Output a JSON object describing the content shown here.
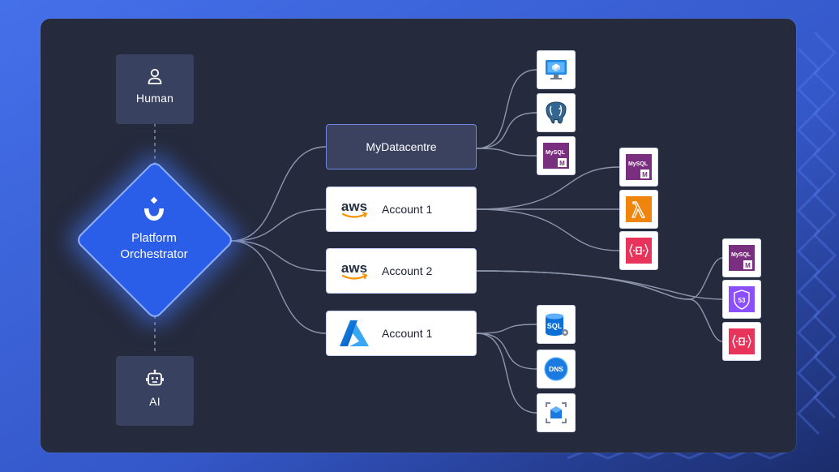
{
  "actors": {
    "human": {
      "label": "Human",
      "icon": "user-icon"
    },
    "ai": {
      "label": "AI",
      "icon": "robot-icon"
    }
  },
  "orchestrator": {
    "label_line1": "Platform",
    "label_line2": "Orchestrator",
    "icon": "humanitec-logo-icon"
  },
  "targets": [
    {
      "id": "mydatacentre",
      "label": "MyDatacentre",
      "provider": "datacentre"
    },
    {
      "id": "aws-1",
      "label": "Account 1",
      "provider": "aws",
      "logo_text": "aws"
    },
    {
      "id": "aws-2",
      "label": "Account 2",
      "provider": "aws",
      "logo_text": "aws"
    },
    {
      "id": "azure-1",
      "label": "Account 1",
      "provider": "azure"
    }
  ],
  "services": {
    "mydatacentre": [
      {
        "icon": "virtual-machine-icon"
      },
      {
        "icon": "postgresql-icon"
      },
      {
        "icon": "mysql-icon",
        "text": "MySQL",
        "badge": "M"
      }
    ],
    "aws_1": [
      {
        "icon": "mysql-icon",
        "text": "MySQL",
        "badge": "M"
      },
      {
        "icon": "lambda-icon"
      },
      {
        "icon": "api-gateway-icon"
      }
    ],
    "aws_2": [
      {
        "icon": "mysql-icon",
        "text": "MySQL",
        "badge": "M"
      },
      {
        "icon": "route53-icon",
        "text": "53"
      },
      {
        "icon": "api-gateway-icon"
      }
    ],
    "azure_1": [
      {
        "icon": "azure-sql-icon",
        "text": "SQL"
      },
      {
        "icon": "azure-dns-icon",
        "text": "DNS"
      },
      {
        "icon": "azure-storage-icon"
      }
    ]
  },
  "colors": {
    "background": "#3a5fd8",
    "panel": "#252a3c",
    "orchestrator": "#2a5de8",
    "aws_orange": "#f79400",
    "azure_blue": "#0a6fd6",
    "mysql_purple": "#7a2e7f",
    "api_gateway_pink": "#e8345a",
    "route53_purple": "#8c4fff"
  }
}
